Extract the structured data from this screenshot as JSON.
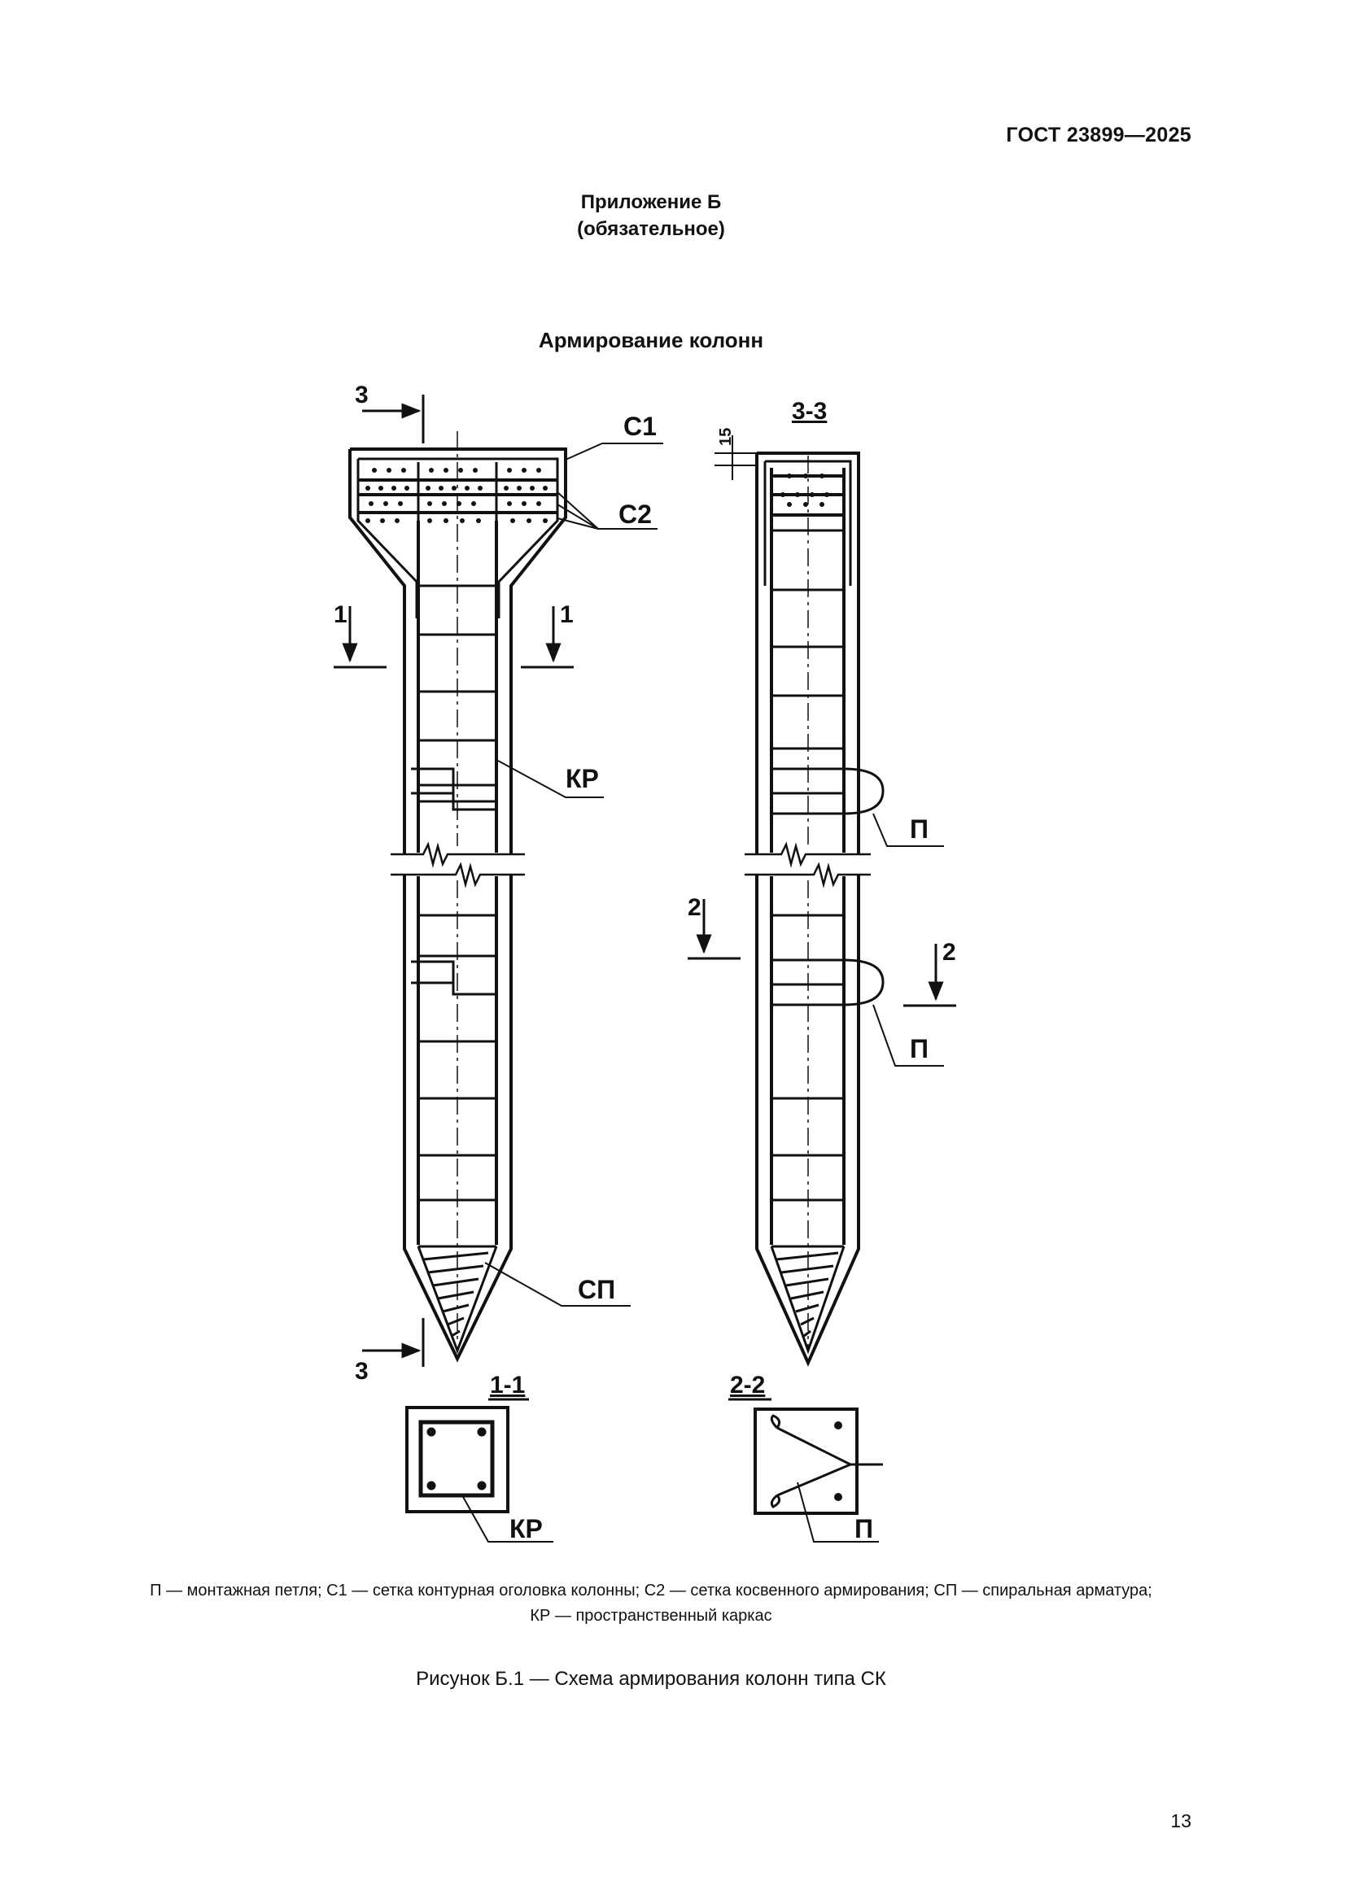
{
  "header": {
    "doc_number": "ГОСТ 23899—2025"
  },
  "appendix": {
    "title": "Приложение Б",
    "status": "(обязательное)"
  },
  "section_title": "Армирование колонн",
  "figure": {
    "labels": {
      "cut_3_top": "3",
      "cut_3_bottom": "3",
      "cut_1_left": "1",
      "cut_1_right": "1",
      "cut_2_left": "2",
      "cut_2_right": "2",
      "c1": "С1",
      "c2": "С2",
      "kr": "КР",
      "sp": "СП",
      "p_upper": "П",
      "p_lower": "П",
      "view_3_3": "3-3",
      "dim_15": "15",
      "section_1_1": "1-1",
      "section_2_2": "2-2",
      "kr_section": "КР",
      "p_section": "П"
    }
  },
  "legend": {
    "line1": "П — монтажная петля; С1 — сетка контурная оголовка колонны; С2 — сетка косвенного армирования; СП — спиральная арматура;",
    "line2": "КР — пространственный каркас"
  },
  "caption": "Рисунок Б.1 — Схема армирования колонн типа СК",
  "page_number": "13"
}
